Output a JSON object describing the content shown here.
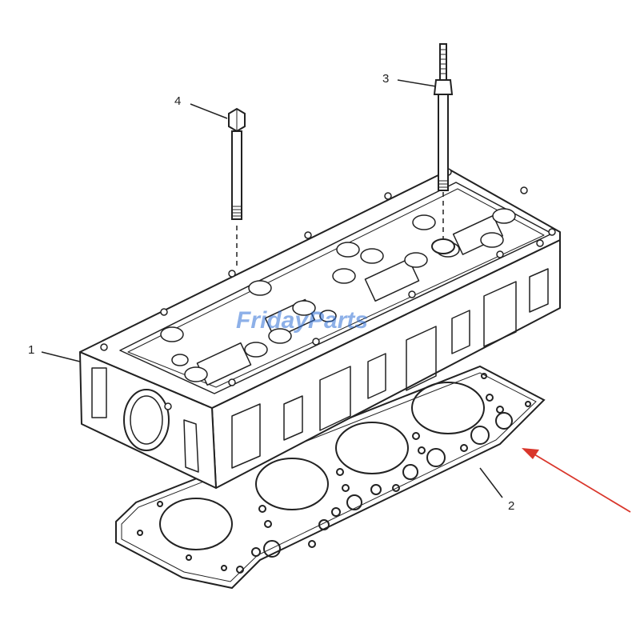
{
  "callouts": [
    {
      "id": "1",
      "label": "1"
    },
    {
      "id": "2",
      "label": "2"
    },
    {
      "id": "3",
      "label": "3"
    },
    {
      "id": "4",
      "label": "4"
    }
  ],
  "watermark": {
    "text": "FridayParts",
    "color": "#2f6fd6",
    "accent": "#f5a623"
  },
  "arrow_color": "#d9362b",
  "line_color": "#222222"
}
